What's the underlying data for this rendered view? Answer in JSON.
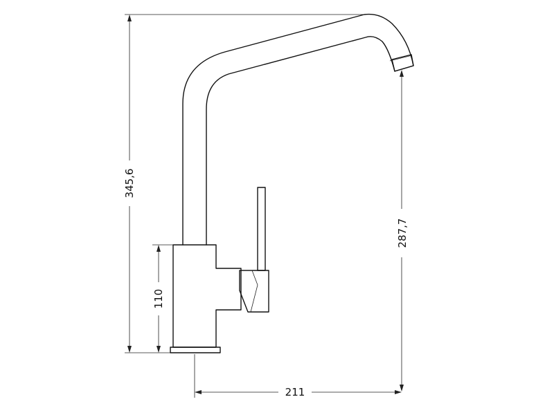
{
  "dimensions": {
    "total_height": "345,6",
    "base_height": "110",
    "spout_height": "287,7",
    "spout_reach": "211"
  },
  "colors": {
    "line": "#111111",
    "background": "#ffffff"
  }
}
